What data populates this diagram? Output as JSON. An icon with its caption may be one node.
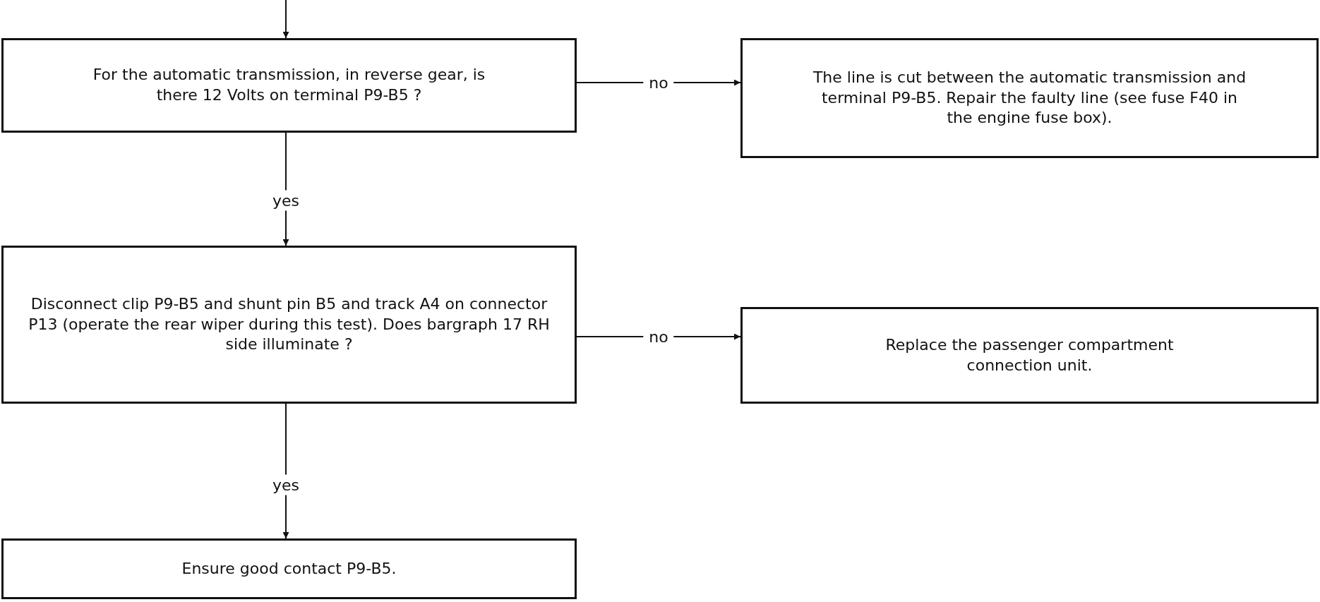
{
  "diagram": {
    "nodes": [
      {
        "text": [
          "For the automatic transmission, in reverse gear, is there 12 Volts on terminal P9-B5 ?"
        ]
      },
      {
        "text": [
          "The line is cut between the automatic transmission and terminal P9-B5. Repair the faulty line (see fuse F40 in the engine fuse box)."
        ]
      },
      {
        "text": [
          "Disconnect clip P9-B5 and shunt pin B5 and track A4 on connector P13 (operate the rear wiper during this test). Does bargraph 17 RH side  illuminate ?"
        ]
      },
      {
        "text": [
          "Replace the passenger compartment connection unit."
        ]
      },
      {
        "text": [
          "Ensure good contact P9-B5."
        ]
      }
    ],
    "edges": [
      {
        "from": null,
        "to": 0,
        "arrow": "to"
      },
      {
        "from": 0,
        "to": 1,
        "arrow": "to",
        "label": "no"
      },
      {
        "from": 0,
        "to": 2,
        "arrow": "to",
        "label": "yes"
      },
      {
        "from": 2,
        "to": 3,
        "arrow": "to",
        "label": "no"
      },
      {
        "from": 2,
        "to": 4,
        "arrow": "to",
        "label": "yes"
      }
    ]
  }
}
